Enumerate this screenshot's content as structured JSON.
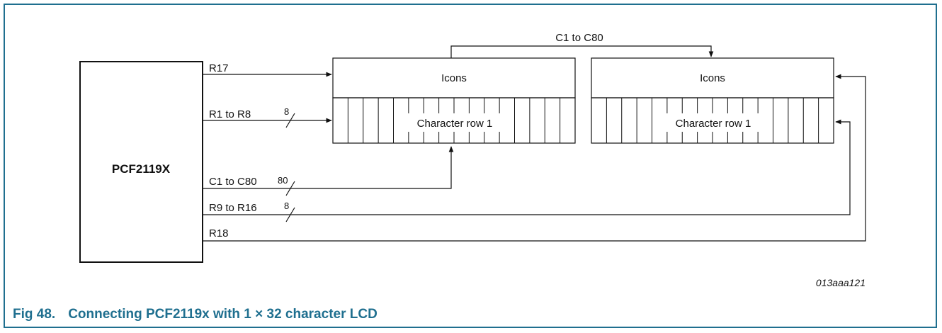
{
  "diagram": {
    "chip_label": "PCF2119X",
    "signals": {
      "r17": "R17",
      "r1_r8": "R1 to R8",
      "r1_r8_width": "8",
      "c1_c80": "C1 to C80",
      "c1_c80_width": "80",
      "r9_r16": "R9 to R16",
      "r9_r16_width": "8",
      "r18": "R18",
      "top_bus": "C1 to C80"
    },
    "displays": [
      {
        "icons_label": "Icons",
        "row_label": "Character row 1"
      },
      {
        "icons_label": "Icons",
        "row_label": "Character row 1"
      }
    ],
    "identifier": "013aaa121"
  },
  "caption": {
    "figure": "Fig 48.",
    "text": "Connecting PCF2119x with 1 × 32 character LCD"
  },
  "colors": {
    "frame": "#1f6f8f",
    "caption": "#1f6f8f",
    "line": "#111111"
  }
}
